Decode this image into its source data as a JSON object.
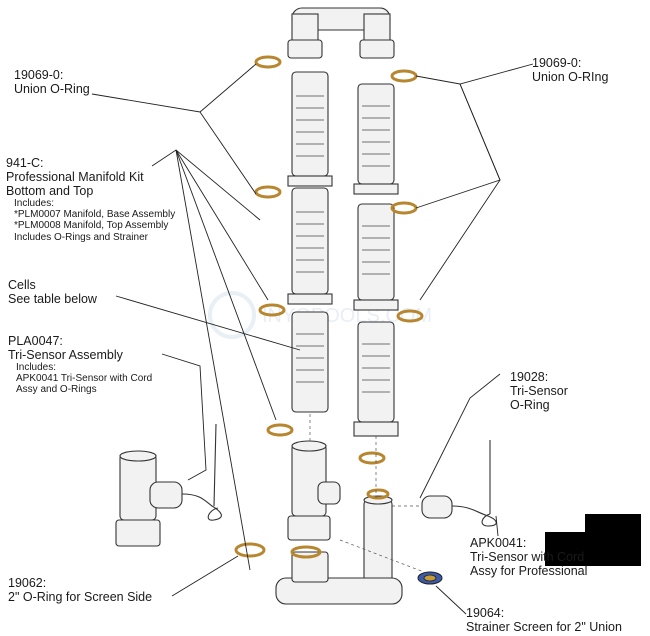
{
  "labels": {
    "union_left": {
      "part": "19069-0:",
      "desc": "Union O-Ring"
    },
    "union_right": {
      "part": "19069-0:",
      "desc": "Union O-RIng"
    },
    "manifold": {
      "part": "941-C:",
      "desc1": "Professional Manifold Kit",
      "desc2": "Bottom and Top",
      "inc": "Includes:",
      "item1": "*PLM0007 Manifold, Base Assembly",
      "item2": "*PLM0008 Manifold, Top Assembly",
      "item3": "Includes O-Rings and Strainer"
    },
    "cells": {
      "part": "Cells",
      "desc": "See table below"
    },
    "tri_sensor_assy": {
      "part": "PLA0047:",
      "desc": "Tri-Sensor Assembly",
      "inc": "Includes:",
      "item1": "APK0041 Tri-Sensor with Cord",
      "item2": "Assy and O-Rings"
    },
    "tri_sensor_oring": {
      "part": "19028:",
      "desc1": "Tri-Sensor",
      "desc2": "O-Ring"
    },
    "apk0041": {
      "part": "APK0041:",
      "desc1": "Tri-Sensor with Cord",
      "desc2": "Assy for Professional"
    },
    "screen_oring": {
      "part": "19062:",
      "desc": "2\" O-Ring for Screen Side"
    },
    "strainer": {
      "part": "19064:",
      "desc": "Strainer Screen for 2\" Union"
    }
  },
  "watermark": "INYOPOOLS.COM",
  "colors": {
    "ring": "#b8862e",
    "pipe": "#f2f2f2",
    "line": "#222222",
    "black_box": "#000000"
  }
}
